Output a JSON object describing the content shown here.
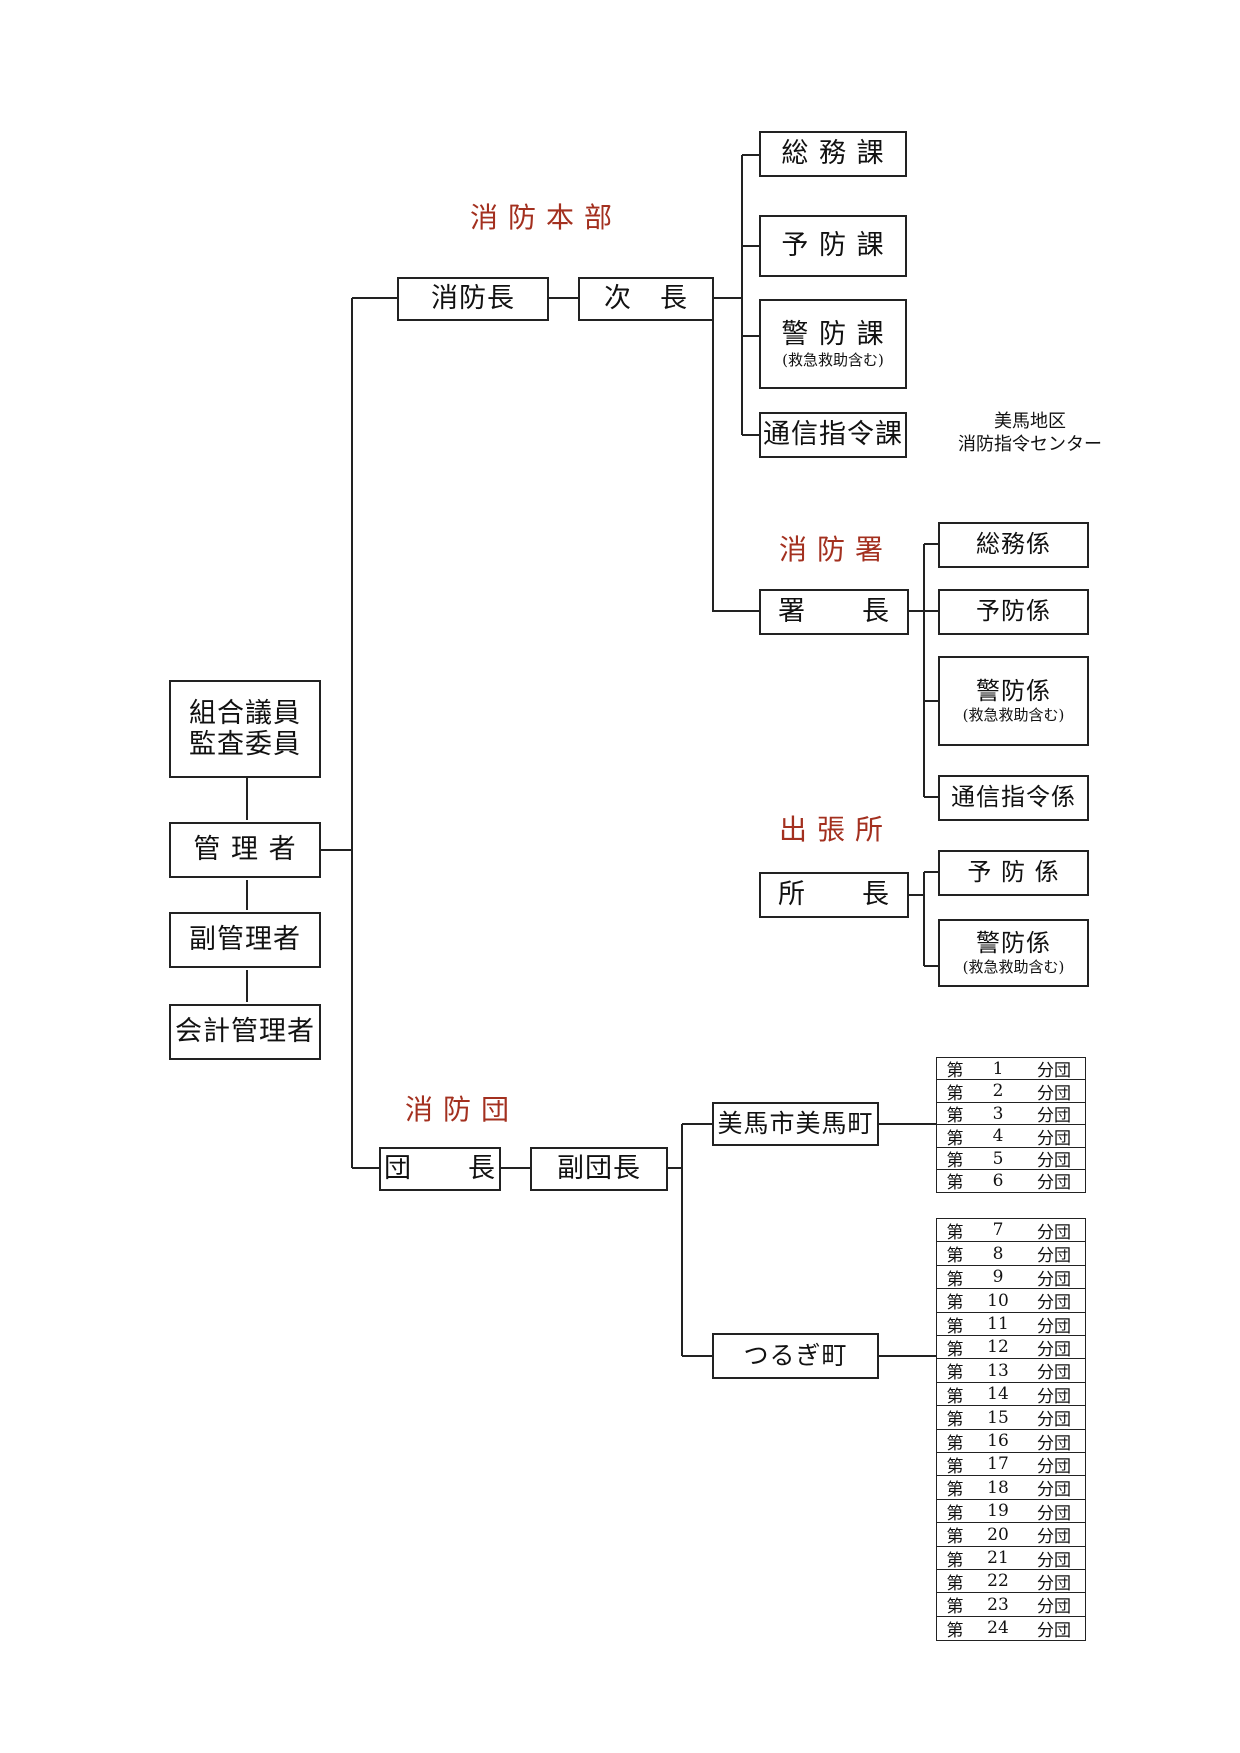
{
  "left_boxes": {
    "council": [
      "組合議員",
      "監査委員"
    ],
    "manager": "管 理 者",
    "vice_manager": "副管理者",
    "accountant": "会計管理者"
  },
  "honbu": {
    "title": "消防本部",
    "chief": "消防長",
    "deputy": "次　長",
    "sections": {
      "general": "総 務 課",
      "prevention": "予 防 課",
      "guard": "警 防 課",
      "guard_note": "(救急救助含む)",
      "comm": "通信指令課"
    },
    "comm_center": [
      "美馬地区",
      "消防指令センター"
    ]
  },
  "sho": {
    "title": "消防署",
    "chief": "署　　長",
    "units": {
      "general": "総務係",
      "prevention": "予防係",
      "guard": "警防係",
      "guard_note": "(救急救助含む)",
      "comm": "通信指令係"
    }
  },
  "branch": {
    "title": "出張所",
    "chief": "所　　長",
    "units": {
      "prevention": "予 防 係",
      "guard": "警防係",
      "guard_note": "(救急救助含む)"
    }
  },
  "dan": {
    "title": "消防団",
    "chief": "団　　長",
    "vice": "副団長",
    "area1": "美馬市美馬町",
    "area2": "つるぎ町",
    "unit_prefix": "第",
    "unit_suffix": "分団",
    "area1_units": [
      "1",
      "2",
      "3",
      "4",
      "5",
      "6"
    ],
    "area2_units": [
      "7",
      "8",
      "9",
      "10",
      "11",
      "12",
      "13",
      "14",
      "15",
      "16",
      "17",
      "18",
      "19",
      "20",
      "21",
      "22",
      "23",
      "24"
    ]
  }
}
